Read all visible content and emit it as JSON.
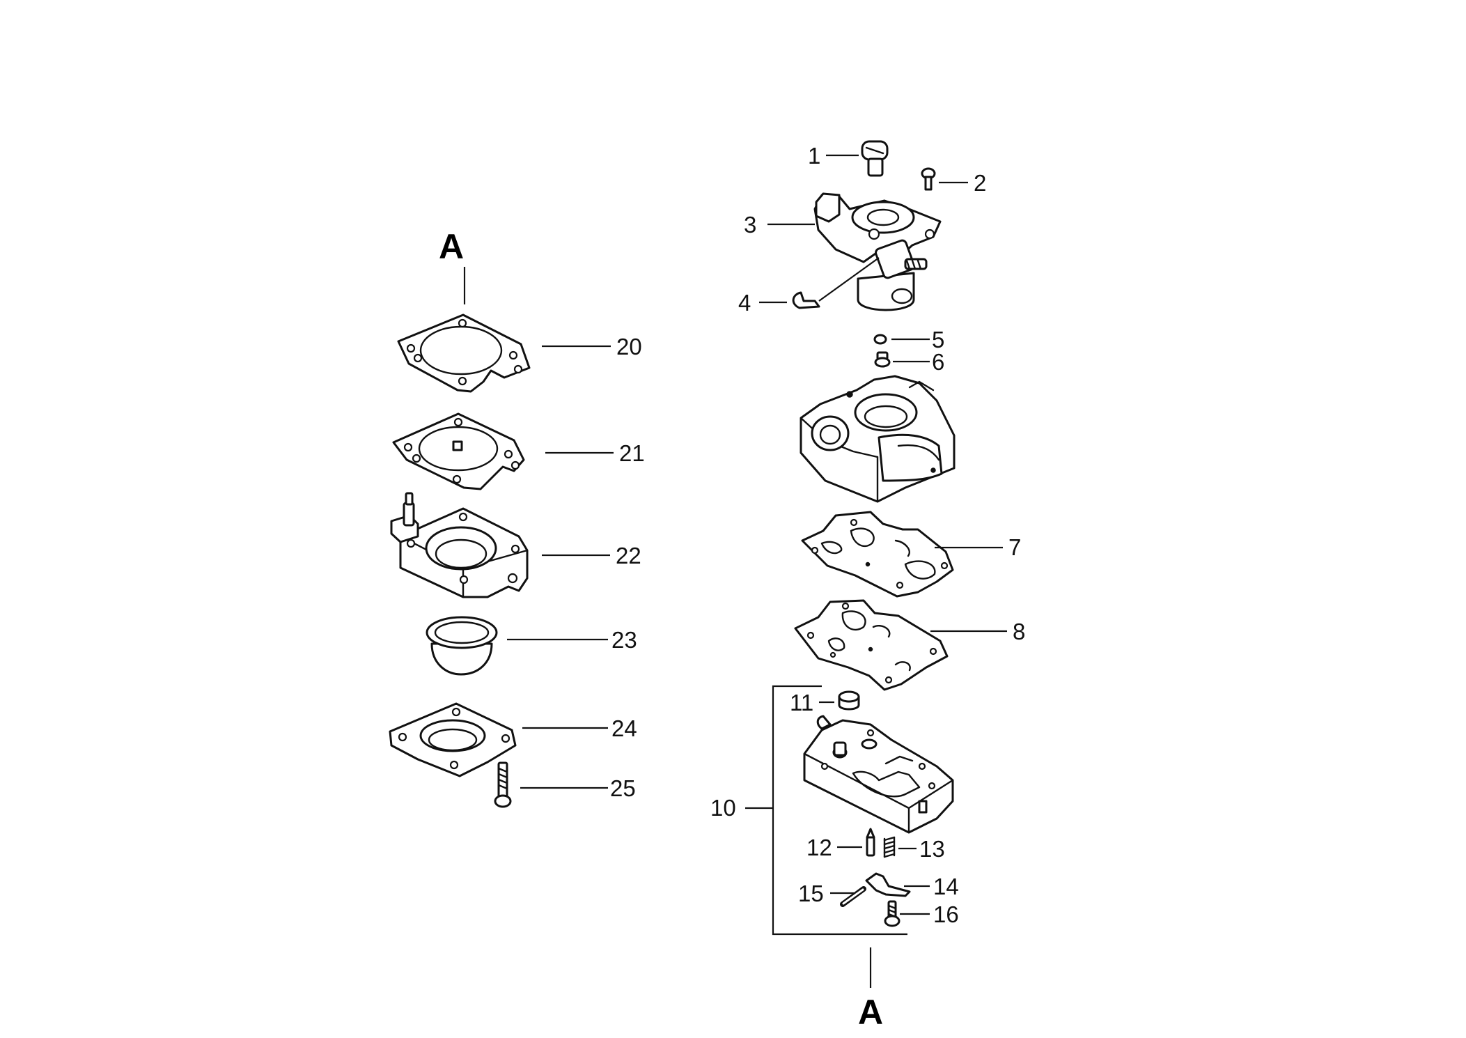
{
  "diagram": {
    "marker_top": "A",
    "marker_bottom": "A",
    "left_column": [
      {
        "part": "gasket",
        "label": "20"
      },
      {
        "part": "diaphragm",
        "label": "21"
      },
      {
        "part": "pump-cover",
        "label": "22"
      },
      {
        "part": "primer-bulb",
        "label": "23"
      },
      {
        "part": "retainer-plate",
        "label": "24"
      },
      {
        "part": "screw",
        "label": "25"
      }
    ],
    "right_column": [
      {
        "part": "adjusting-screw",
        "label": "1"
      },
      {
        "part": "screw",
        "label": "2"
      },
      {
        "part": "throttle-lever-assembly",
        "label": "3"
      },
      {
        "part": "e-clip",
        "label": "4"
      },
      {
        "part": "o-ring",
        "label": "5"
      },
      {
        "part": "jet",
        "label": "6"
      },
      {
        "part": "gasket",
        "label": "7"
      },
      {
        "part": "diaphragm",
        "label": "8"
      },
      {
        "part": "metering-assembly",
        "label": "10"
      },
      {
        "part": "filter",
        "label": "11"
      },
      {
        "part": "needle-valve",
        "label": "12"
      },
      {
        "part": "spring",
        "label": "13"
      },
      {
        "part": "metering-lever",
        "label": "14"
      },
      {
        "part": "pin",
        "label": "15"
      },
      {
        "part": "screw",
        "label": "16"
      }
    ]
  }
}
